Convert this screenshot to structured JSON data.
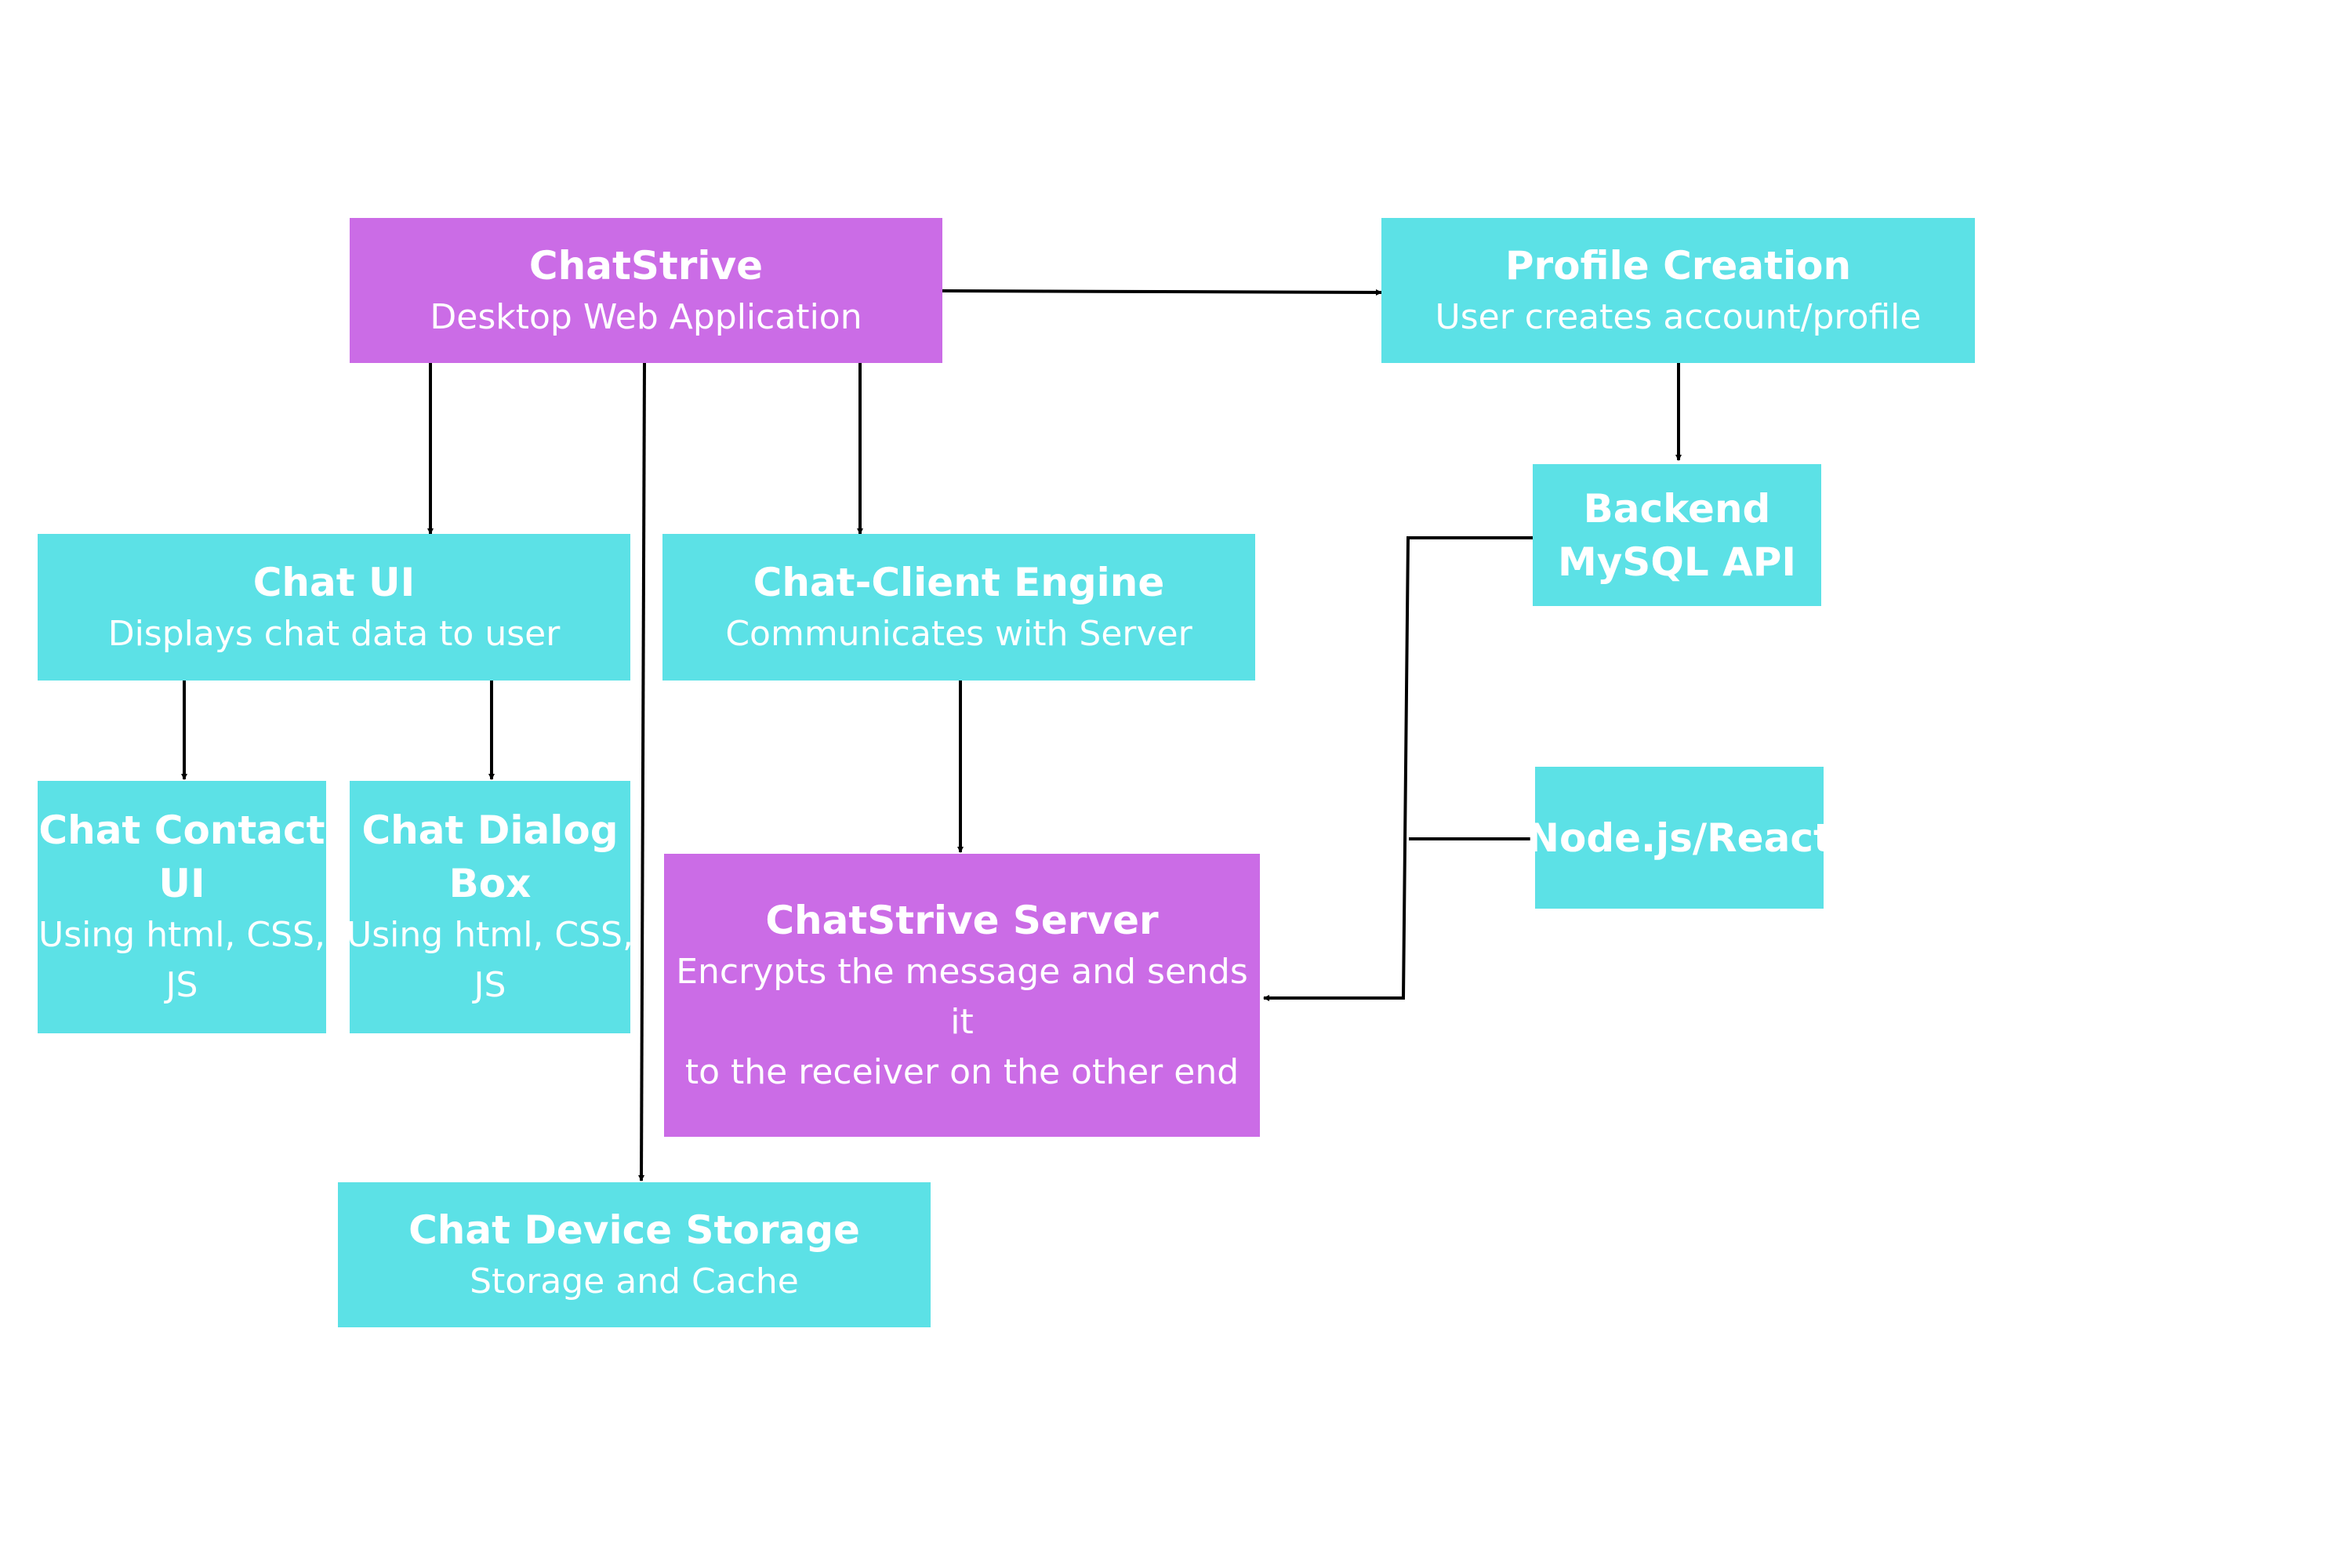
{
  "colors": {
    "node_fill_primary": "#cb6ce6",
    "node_fill_secondary": "#5ce1e6",
    "node_text": "#ffffff",
    "connector": "#000000"
  },
  "nodes": {
    "chatstrive": {
      "title": "ChatStrive",
      "subtitle": "Desktop Web Application"
    },
    "profile_creation": {
      "title": "Profile Creation",
      "subtitle": "User creates account/profile"
    },
    "chat_ui": {
      "title": "Chat UI",
      "subtitle": "Displays chat data to user"
    },
    "chat_client_engine": {
      "title": "Chat-Client Engine",
      "subtitle": "Communicates with Server"
    },
    "backend": {
      "title_line1": "Backend",
      "title_line2": "MySQL API"
    },
    "chat_contact_ui": {
      "title_line1": "Chat Contact",
      "title_line2": "UI",
      "subtitle_line1": "Using html, CSS,",
      "subtitle_line2": "JS"
    },
    "chat_dialog_box": {
      "title_line1": "Chat Dialog",
      "title_line2": "Box",
      "subtitle_line1": "Using html, CSS,",
      "subtitle_line2": "JS"
    },
    "nodejs_react": {
      "title": "Node.js/React"
    },
    "chatstrive_server": {
      "title": "ChatStrive Server",
      "subtitle_line1": "Encrypts the message and sends it",
      "subtitle_line2": "to the receiver on the other end"
    },
    "chat_device_storage": {
      "title": "Chat Device Storage",
      "subtitle": "Storage and Cache"
    }
  },
  "edges": [
    {
      "from": "chatstrive",
      "to": "profile_creation"
    },
    {
      "from": "profile_creation",
      "to": "backend"
    },
    {
      "from": "chatstrive",
      "to": "chat_ui"
    },
    {
      "from": "chatstrive",
      "to": "chat_client_engine"
    },
    {
      "from": "chatstrive",
      "to": "chat_device_storage"
    },
    {
      "from": "chat_ui",
      "to": "chat_contact_ui"
    },
    {
      "from": "chat_ui",
      "to": "chat_dialog_box"
    },
    {
      "from": "chat_client_engine",
      "to": "chatstrive_server"
    },
    {
      "from": "backend",
      "to": "chatstrive_server"
    },
    {
      "from": "nodejs_react",
      "to": "chatstrive_server"
    }
  ]
}
